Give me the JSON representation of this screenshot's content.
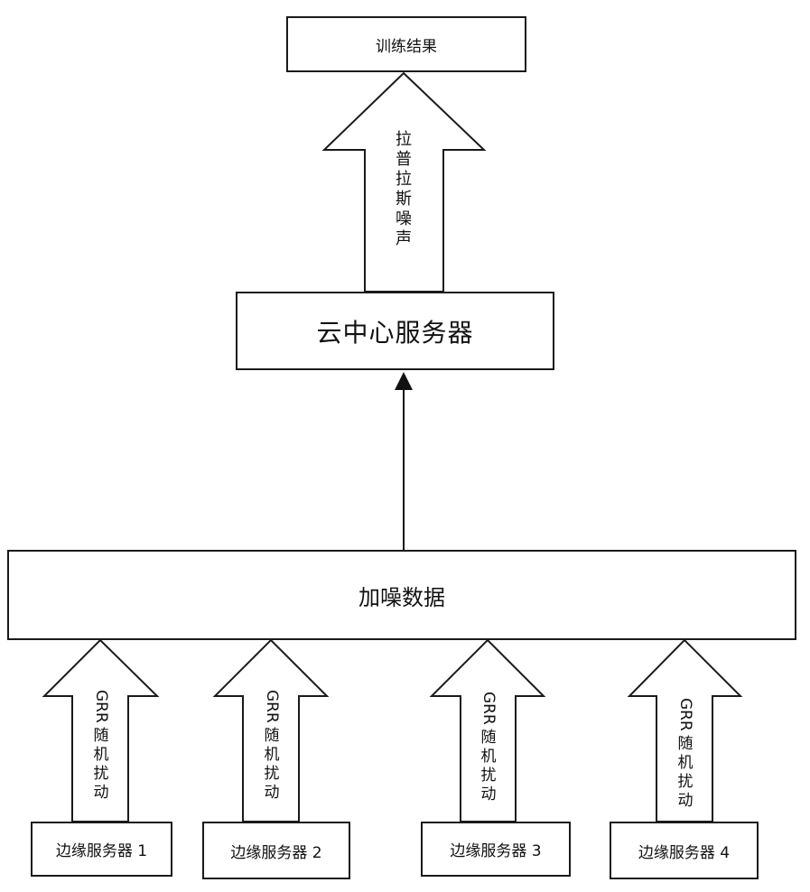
{
  "diagram": {
    "training_result": "训练结果",
    "cloud_server": "云中心服务器",
    "noisy_data": "加噪数据",
    "laplace_label": [
      "拉",
      "普",
      "拉",
      "斯",
      "噪",
      "声"
    ],
    "grr_prefix": "GRR",
    "grr_chars": [
      "随",
      "机",
      "扰",
      "动"
    ],
    "edge_servers": [
      "边缘服务器 1",
      "边缘服务器 2",
      "边缘服务器 3",
      "边缘服务器 4"
    ]
  }
}
